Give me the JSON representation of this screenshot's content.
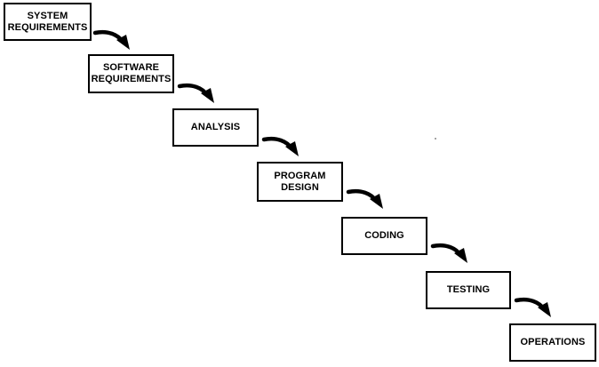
{
  "diagram": {
    "stages": [
      {
        "lines": [
          "SYSTEM",
          "REQUIREMENTS"
        ]
      },
      {
        "lines": [
          "SOFTWARE",
          "REQUIREMENTS"
        ]
      },
      {
        "lines": [
          "ANALYSIS"
        ]
      },
      {
        "lines": [
          "PROGRAM",
          "DESIGN"
        ]
      },
      {
        "lines": [
          "CODING"
        ]
      },
      {
        "lines": [
          "TESTING"
        ]
      },
      {
        "lines": [
          "OPERATIONS"
        ]
      }
    ],
    "colors": {
      "stroke": "#000000",
      "background": "#ffffff",
      "arrow": "#000000"
    },
    "arrow_icon": "curved-arrow-icon"
  }
}
